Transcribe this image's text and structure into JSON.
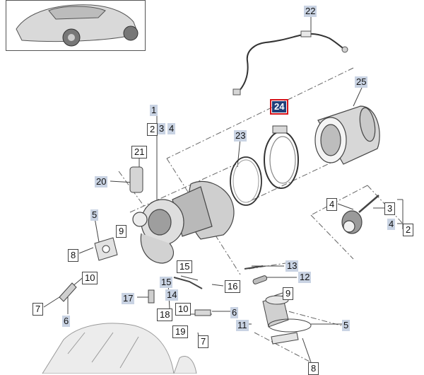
{
  "diagram": {
    "highlighted_part": "24",
    "callouts": [
      {
        "id": "c22",
        "text": "22",
        "style": "shaded"
      },
      {
        "id": "c25",
        "text": "25",
        "style": "shaded"
      },
      {
        "id": "c24",
        "text": "24",
        "style": "highlight"
      },
      {
        "id": "c23",
        "text": "23",
        "style": "shaded"
      },
      {
        "id": "c1",
        "text": "1",
        "style": "shaded"
      },
      {
        "id": "c2a",
        "text": "2",
        "style": "boxed"
      },
      {
        "id": "c3a",
        "text": "3",
        "style": "shaded"
      },
      {
        "id": "c4a",
        "text": "4",
        "style": "shaded"
      },
      {
        "id": "c21",
        "text": "21",
        "style": "boxed"
      },
      {
        "id": "c20",
        "text": "20",
        "style": "shaded"
      },
      {
        "id": "c5a",
        "text": "5",
        "style": "shaded"
      },
      {
        "id": "c9a",
        "text": "9",
        "style": "boxed"
      },
      {
        "id": "c8a",
        "text": "8",
        "style": "boxed"
      },
      {
        "id": "c10a",
        "text": "10",
        "style": "boxed"
      },
      {
        "id": "c7a",
        "text": "7",
        "style": "boxed"
      },
      {
        "id": "c6a",
        "text": "6",
        "style": "shaded"
      },
      {
        "id": "c17",
        "text": "17",
        "style": "shaded"
      },
      {
        "id": "c15a",
        "text": "15",
        "style": "shaded"
      },
      {
        "id": "c15b",
        "text": "15",
        "style": "boxed"
      },
      {
        "id": "c14",
        "text": "14",
        "style": "shaded"
      },
      {
        "id": "c16",
        "text": "16",
        "style": "boxed"
      },
      {
        "id": "c18",
        "text": "18",
        "style": "boxed"
      },
      {
        "id": "c10b",
        "text": "10",
        "style": "boxed"
      },
      {
        "id": "c19",
        "text": "19",
        "style": "boxed"
      },
      {
        "id": "c7b",
        "text": "7",
        "style": "boxed"
      },
      {
        "id": "c6b",
        "text": "6",
        "style": "shaded"
      },
      {
        "id": "c13",
        "text": "13",
        "style": "shaded"
      },
      {
        "id": "c12",
        "text": "12",
        "style": "shaded"
      },
      {
        "id": "c9b",
        "text": "9",
        "style": "boxed"
      },
      {
        "id": "c11",
        "text": "11",
        "style": "shaded"
      },
      {
        "id": "c5b",
        "text": "5",
        "style": "shaded"
      },
      {
        "id": "c8b",
        "text": "8",
        "style": "boxed"
      },
      {
        "id": "c4b",
        "text": "4",
        "style": "boxed"
      },
      {
        "id": "c3b",
        "text": "3",
        "style": "boxed"
      },
      {
        "id": "c4c",
        "text": "4",
        "style": "shaded"
      },
      {
        "id": "c2b",
        "text": "2",
        "style": "boxed"
      }
    ]
  }
}
